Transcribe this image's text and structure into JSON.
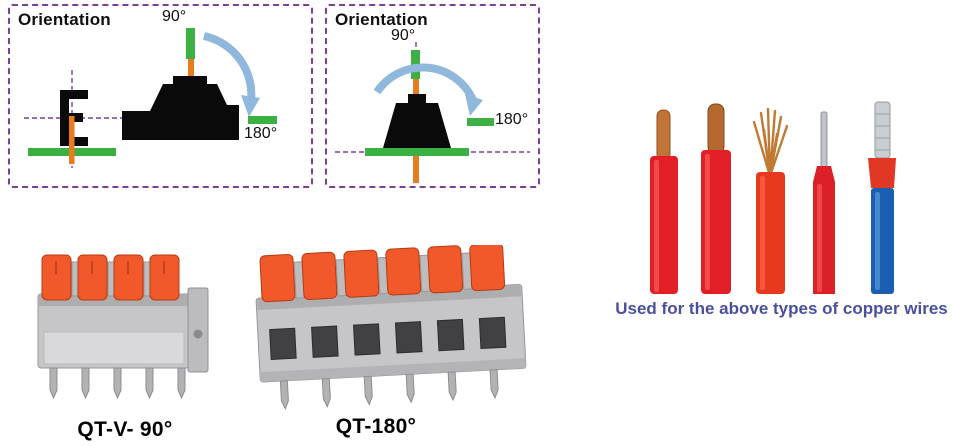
{
  "panels": {
    "left": {
      "title": "Orientation",
      "angle_top": "90°",
      "angle_side": "180°"
    },
    "right": {
      "title": "Orientation",
      "angle_top": "90°",
      "angle_side": "180°"
    }
  },
  "products": {
    "qt_v_90": {
      "label": "QT-V- 90°"
    },
    "qt_180": {
      "label": "QT-180°"
    }
  },
  "wires": {
    "caption": "Used for the above types of copper wires",
    "types": [
      "solid-copper",
      "thick-solid-copper",
      "stranded-copper",
      "crimped-pin",
      "ferrule-tip"
    ]
  },
  "colors": {
    "panel_border": "#7d3f98",
    "wire_green": "#3cb043",
    "wire_orange": "#e87c1e",
    "arc_blue": "#8fb8dc",
    "lever_orange": "#f1592a",
    "body_gray": "#c6c6c8",
    "caption_text": "#4a4f9e",
    "insulation_red": "#e21f26",
    "insulation_blue": "#1b5fb5",
    "copper": "#c17435",
    "silhouette_black": "#0a0a0a"
  }
}
